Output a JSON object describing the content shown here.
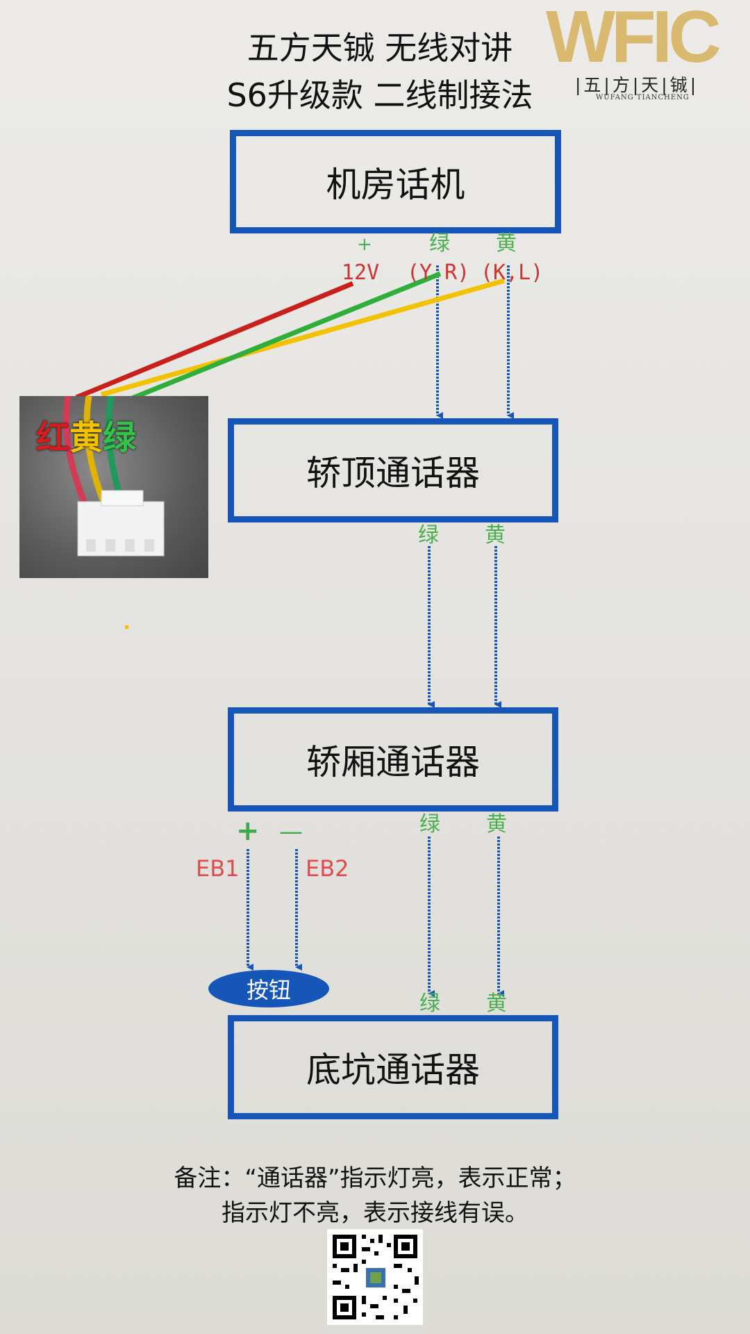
{
  "title": {
    "line1": "五方天铖 无线对讲",
    "line2": "S6升级款 二线制接法"
  },
  "logo": {
    "mark": "WFIC",
    "cn": "|五|方|天|铖|",
    "en": "WUFANG TIANCHENG"
  },
  "boxes": {
    "machine_room": "机房话机",
    "car_top": "轿顶通话器",
    "car": "轿厢通话器",
    "pit": "底坑通话器"
  },
  "labels": {
    "plus_small": "+",
    "green": "绿",
    "yellow": "黄",
    "v12": "12V",
    "yr": "(Y R)",
    "kl": "(K,L)",
    "plus": "+",
    "minus": "—",
    "eb1": "EB1",
    "eb2": "EB2",
    "button": "按钮"
  },
  "photo_label": {
    "red": "红",
    "yellow": "黄",
    "green": "绿"
  },
  "note": {
    "line1": "备注：“通话器”指示灯亮，表示正常；",
    "line2": "指示灯不亮，表示接线有误。"
  },
  "colors": {
    "blue": "#1656b9",
    "red_wire": "#c8201a",
    "yellow_wire": "#f2c200",
    "green_wire": "#2fae3c"
  }
}
